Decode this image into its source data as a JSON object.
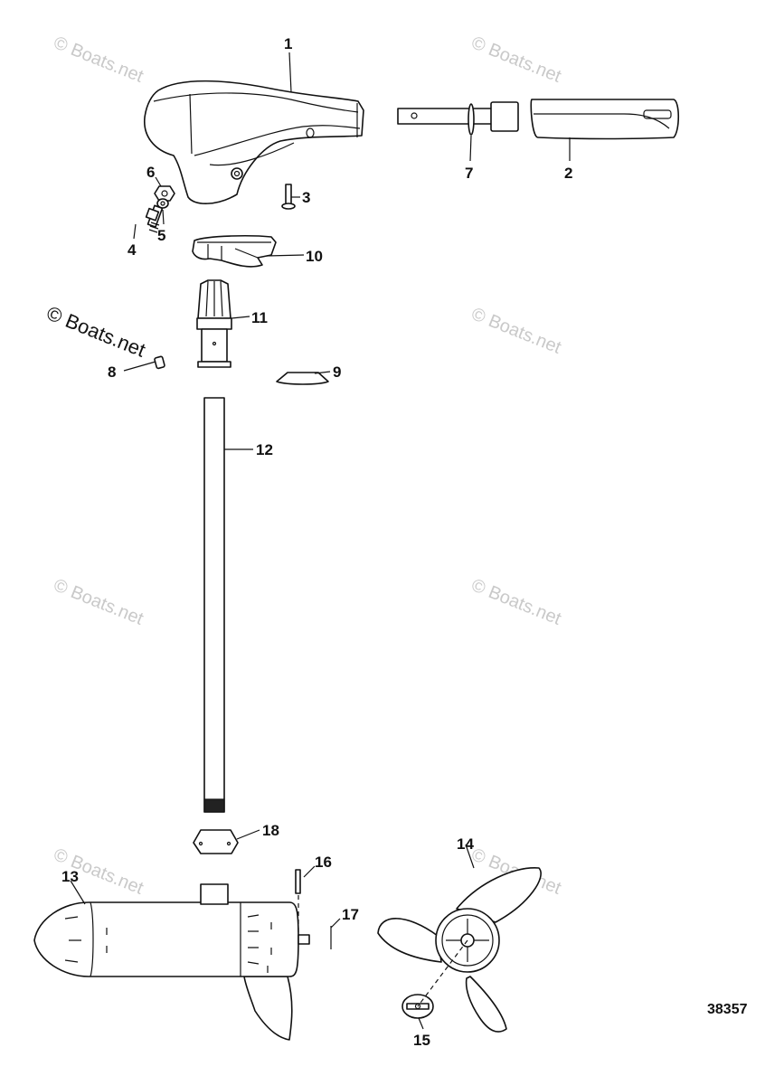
{
  "diagram": {
    "figure_number": "38357",
    "watermark_text": "© Boats.net",
    "parts": [
      {
        "id": "part-1",
        "callout": "1"
      },
      {
        "id": "part-2",
        "callout": "2"
      },
      {
        "id": "part-3",
        "callout": "3"
      },
      {
        "id": "part-4",
        "callout": "4"
      },
      {
        "id": "part-5",
        "callout": "5"
      },
      {
        "id": "part-6",
        "callout": "6"
      },
      {
        "id": "part-7",
        "callout": "7"
      },
      {
        "id": "part-8",
        "callout": "8"
      },
      {
        "id": "part-9",
        "callout": "9"
      },
      {
        "id": "part-10",
        "callout": "10"
      },
      {
        "id": "part-11",
        "callout": "11"
      },
      {
        "id": "part-12",
        "callout": "12"
      },
      {
        "id": "part-13",
        "callout": "13"
      },
      {
        "id": "part-14",
        "callout": "14"
      },
      {
        "id": "part-15",
        "callout": "15"
      },
      {
        "id": "part-16",
        "callout": "16"
      },
      {
        "id": "part-17",
        "callout": "17"
      },
      {
        "id": "part-18",
        "callout": "18"
      }
    ],
    "colors": {
      "line": "#111111",
      "watermark": "#c9c9c9",
      "background": "#ffffff"
    }
  }
}
